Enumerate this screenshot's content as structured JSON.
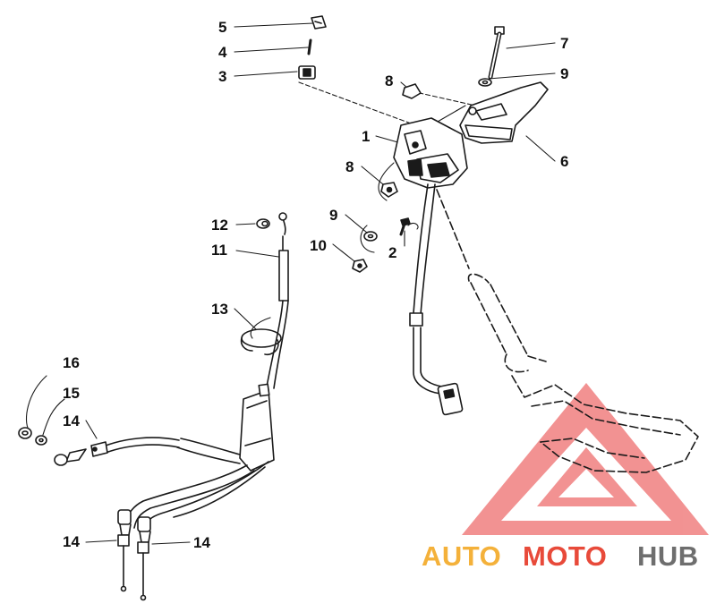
{
  "diagram": {
    "callouts": [
      {
        "id": "c5",
        "text": "5"
      },
      {
        "id": "c4",
        "text": "4"
      },
      {
        "id": "c3",
        "text": "3"
      },
      {
        "id": "c7",
        "text": "7"
      },
      {
        "id": "c8a",
        "text": "8"
      },
      {
        "id": "c9a",
        "text": "9"
      },
      {
        "id": "c1",
        "text": "1"
      },
      {
        "id": "c6",
        "text": "6"
      },
      {
        "id": "c8b",
        "text": "8"
      },
      {
        "id": "c9b",
        "text": "9"
      },
      {
        "id": "c12",
        "text": "12"
      },
      {
        "id": "c11",
        "text": "11"
      },
      {
        "id": "c10",
        "text": "10"
      },
      {
        "id": "c2",
        "text": "2"
      },
      {
        "id": "c13",
        "text": "13"
      },
      {
        "id": "c16",
        "text": "16"
      },
      {
        "id": "c15",
        "text": "15"
      },
      {
        "id": "c14a",
        "text": "14"
      },
      {
        "id": "c14b",
        "text": "14"
      },
      {
        "id": "c14c",
        "text": "14"
      }
    ]
  },
  "watermark": {
    "auto": "AUTO",
    "moto": "MOTO",
    "hub": "HUB",
    "colors": {
      "triangle": "#e83a3a",
      "auto": "#f4b13a",
      "moto": "#e84a3a",
      "hub": "#6e6e6e"
    }
  }
}
